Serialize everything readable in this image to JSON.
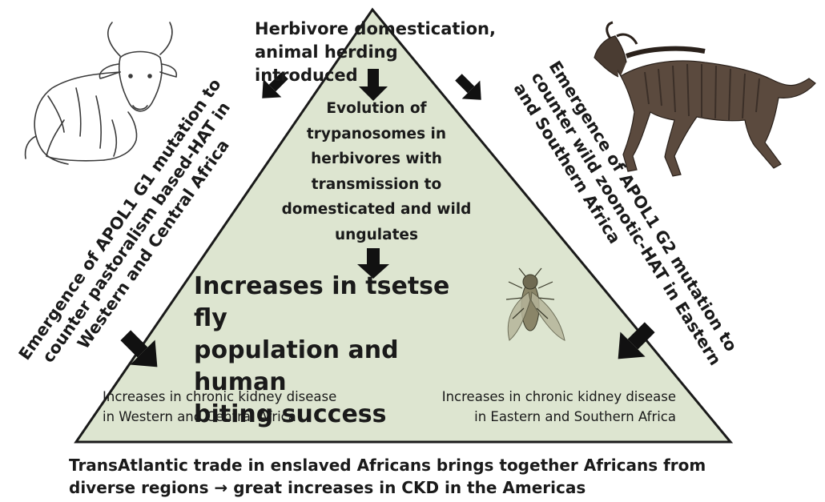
{
  "top_label": [
    "Herbivore domestication,",
    "animal herding introduced"
  ],
  "evolution_label": [
    "Evolution of",
    "trypanosomes in",
    "herbivores with",
    "transmission to",
    "domesticated and  wild",
    "ungulates"
  ],
  "tsetse_label": [
    "Increases in tsetse fly",
    "population and human",
    "biting success"
  ],
  "left_side_label": [
    "Emergence of APOL1 G1 mutation to",
    "counter pastoralism based-HAT in",
    "Western and Central Africa"
  ],
  "right_side_label": [
    "Emergence of APOL1 G2 mutation to",
    "counter  wild zoonotic-HAT in Eastern",
    "and Southern Africa"
  ],
  "ckd_left": [
    "Increases in chronic kidney disease",
    "in Western and Central Africa"
  ],
  "ckd_right": [
    "Increases in chronic  kidney disease",
    "in Eastern and Southern Africa"
  ],
  "bottom_label": [
    "TransAtlantic trade in enslaved Africans brings together Africans from",
    "diverse regions → great increases in CKD in the Americas"
  ],
  "colors": {
    "triangle_fill": "#dde5d0",
    "triangle_stroke": "#1a1a1a",
    "arrow": "#111111"
  },
  "icons": [
    "zebu-cattle-illustration",
    "wildebeest-illustration",
    "tsetse-fly-illustration"
  ]
}
